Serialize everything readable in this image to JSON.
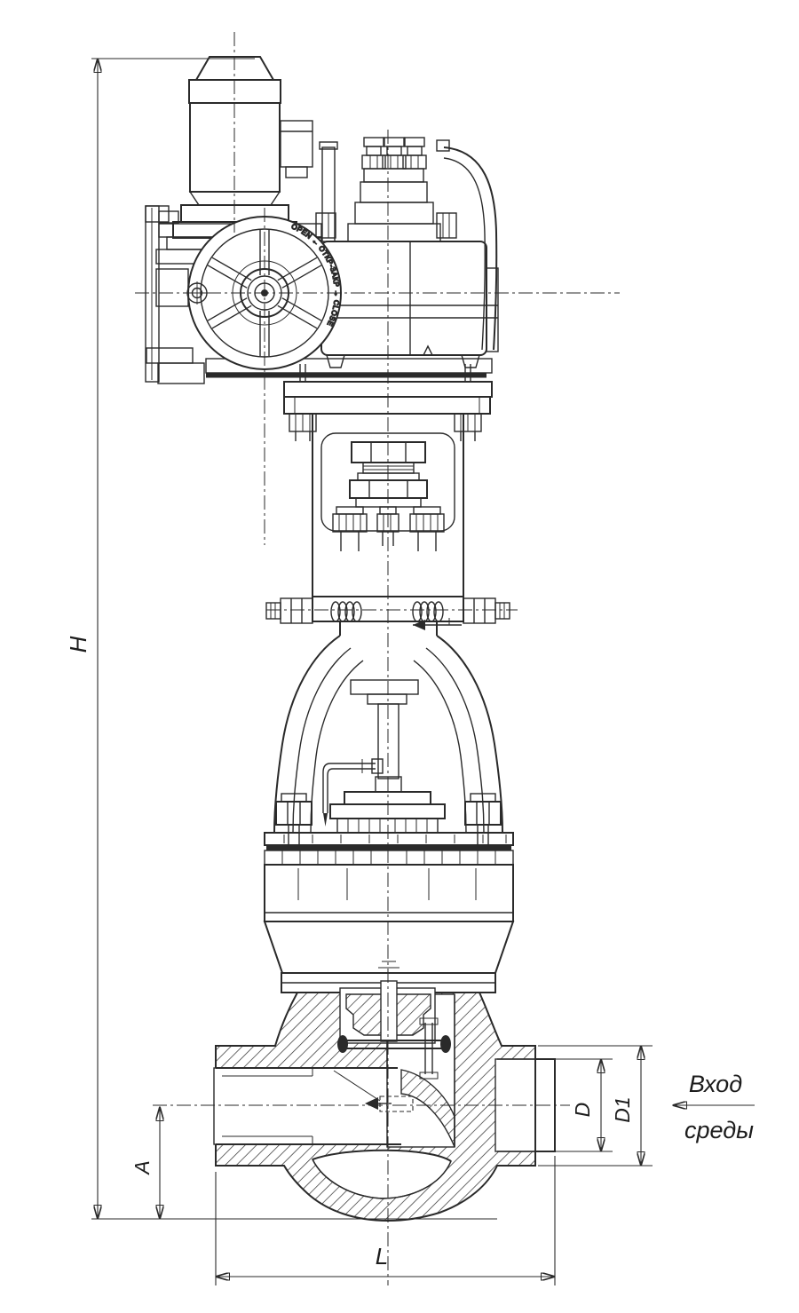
{
  "dimensions": {
    "H": "H",
    "A": "A",
    "D": "D",
    "D1": "D1",
    "L": "L"
  },
  "annotations": {
    "flow_line1": "Вход",
    "flow_line2": "среды",
    "handwheel_rim": "OPEN ← ОТКР-ЗАКР → CLOSE"
  },
  "colors": {
    "line": "#2a2a2a",
    "background": "#ffffff"
  }
}
